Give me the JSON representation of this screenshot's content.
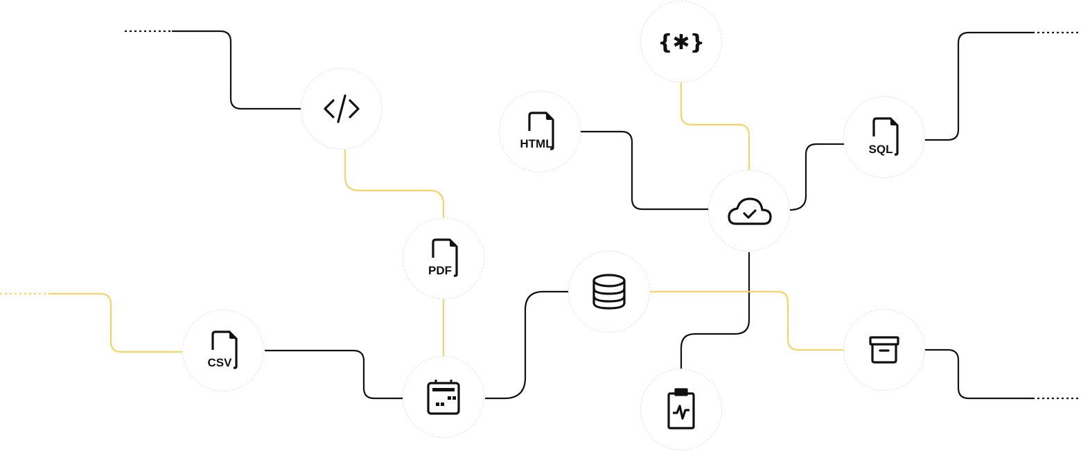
{
  "colors": {
    "line": "#111111",
    "accent": "#f5d36b",
    "node_border": "#e2e2e2"
  },
  "nodes": {
    "code": {
      "icon": "code-icon"
    },
    "json": {
      "icon": "json-icon",
      "label": "{✱}"
    },
    "html": {
      "icon": "file-icon",
      "label": "HTML"
    },
    "sql": {
      "icon": "file-icon",
      "label": "SQL"
    },
    "cloud": {
      "icon": "cloud-check-icon"
    },
    "pdf": {
      "icon": "file-icon",
      "label": "PDF"
    },
    "database": {
      "icon": "database-icon"
    },
    "csv": {
      "icon": "file-icon",
      "label": "CSV"
    },
    "calendar": {
      "icon": "calendar-icon"
    },
    "archive": {
      "icon": "archive-icon"
    },
    "clipboard": {
      "icon": "clipboard-pulse-icon"
    }
  }
}
